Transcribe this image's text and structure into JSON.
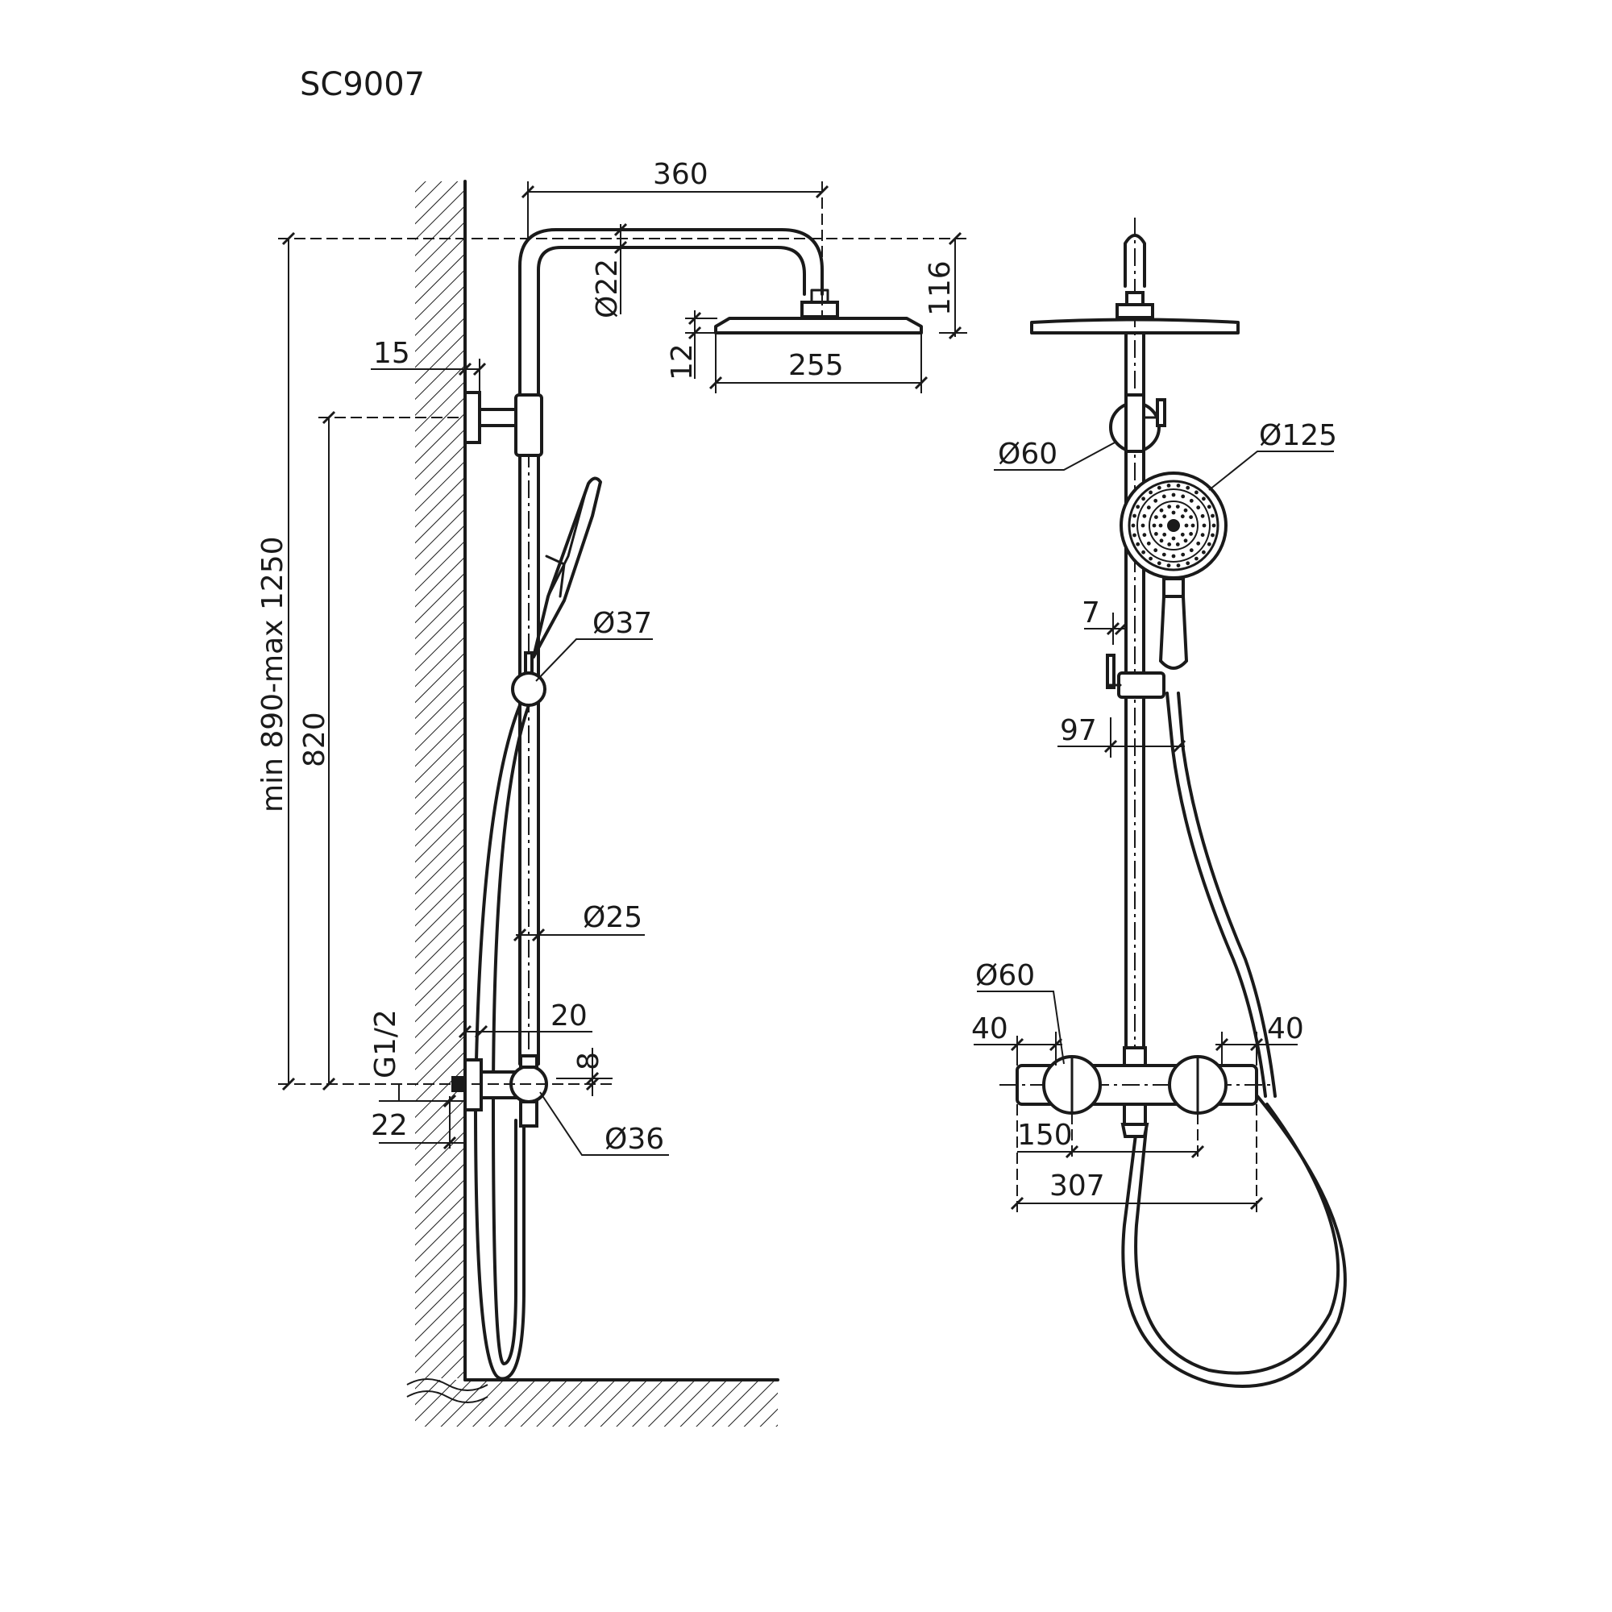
{
  "model": "SC9007",
  "side_view": {
    "top_width": "360",
    "pipe_diameter": "Ø22",
    "head_height": "116",
    "head_thickness": "12",
    "head_diameter": "255",
    "wall_offset_top": "15",
    "total_height": "min 890-max 1250",
    "bar_height": "820",
    "slider_diameter": "Ø37",
    "bar_diameter": "Ø25",
    "thread": "G1/2",
    "offset_20": "20",
    "offset_8": "8",
    "offset_22": "22",
    "mixer_diameter": "Ø36"
  },
  "front_view": {
    "bracket_diameter": "Ø60",
    "handshower_diameter": "Ø125",
    "gap_7": "7",
    "offset_97": "97",
    "knob_diameter": "Ø60",
    "left_40": "40",
    "right_40": "40",
    "centers_150": "150",
    "width_307": "307"
  }
}
